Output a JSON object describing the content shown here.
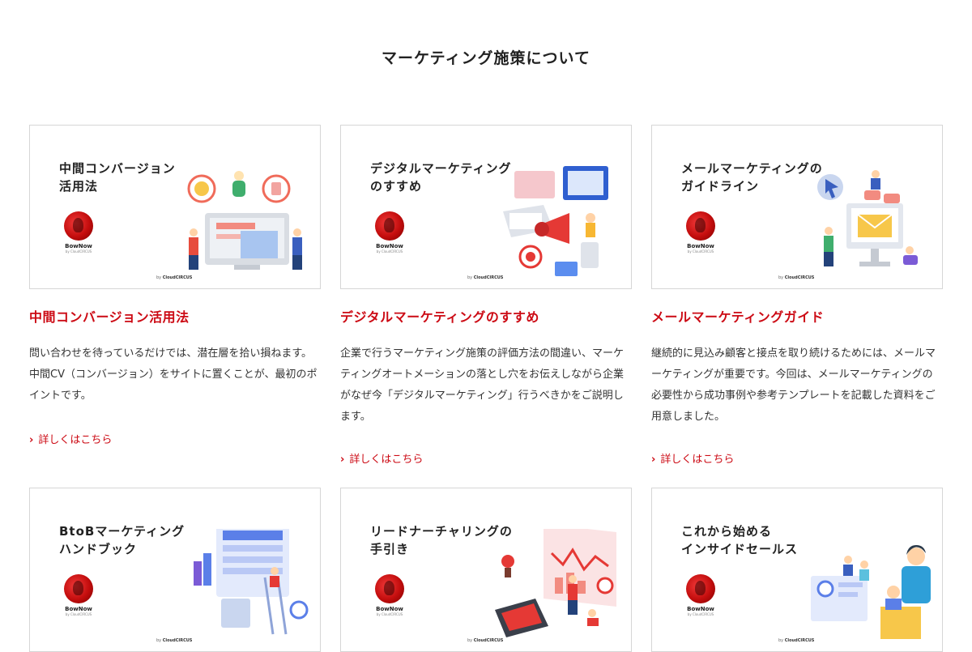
{
  "page": {
    "title": "マーケティング施策について"
  },
  "brand": {
    "name": "BowNow",
    "sub": "by CloudCIRCUS",
    "by": "by",
    "company": "CloudCIRCUS",
    "accent": "#cc0a14"
  },
  "cards": [
    {
      "thumb_title": "中間コンバージョン\n活用法",
      "title": "中間コンバージョン活用法",
      "description": "問い合わせを待っているだけでは、潜在層を拾い損ねます。中間CV（コンバージョン）をサイトに置くことが、最初のポイントです。",
      "link": "詳しくはこちら"
    },
    {
      "thumb_title": "デジタルマーケティング\nのすすめ",
      "title": "デジタルマーケティングのすすめ",
      "description": "企業で行うマーケティング施策の評価方法の間違い、マーケティングオートメーションの落とし穴をお伝えしながら企業がなぜ今「デジタルマーケティング」行うべきかをご説明します。",
      "link": "詳しくはこちら"
    },
    {
      "thumb_title": "メールマーケティングの\nガイドライン",
      "title": "メールマーケティングガイド",
      "description": "継続的に見込み顧客と接点を取り続けるためには、メールマーケティングが重要です。今回は、メールマーケティングの必要性から成功事例や参考テンプレートを記載した資料をご用意しました。",
      "link": "詳しくはこちら"
    },
    {
      "thumb_title": "BtoBマーケティング\nハンドブック"
    },
    {
      "thumb_title": "リードナーチャリングの\n手引き"
    },
    {
      "thumb_title": "これから始める\nインサイドセールス"
    }
  ]
}
